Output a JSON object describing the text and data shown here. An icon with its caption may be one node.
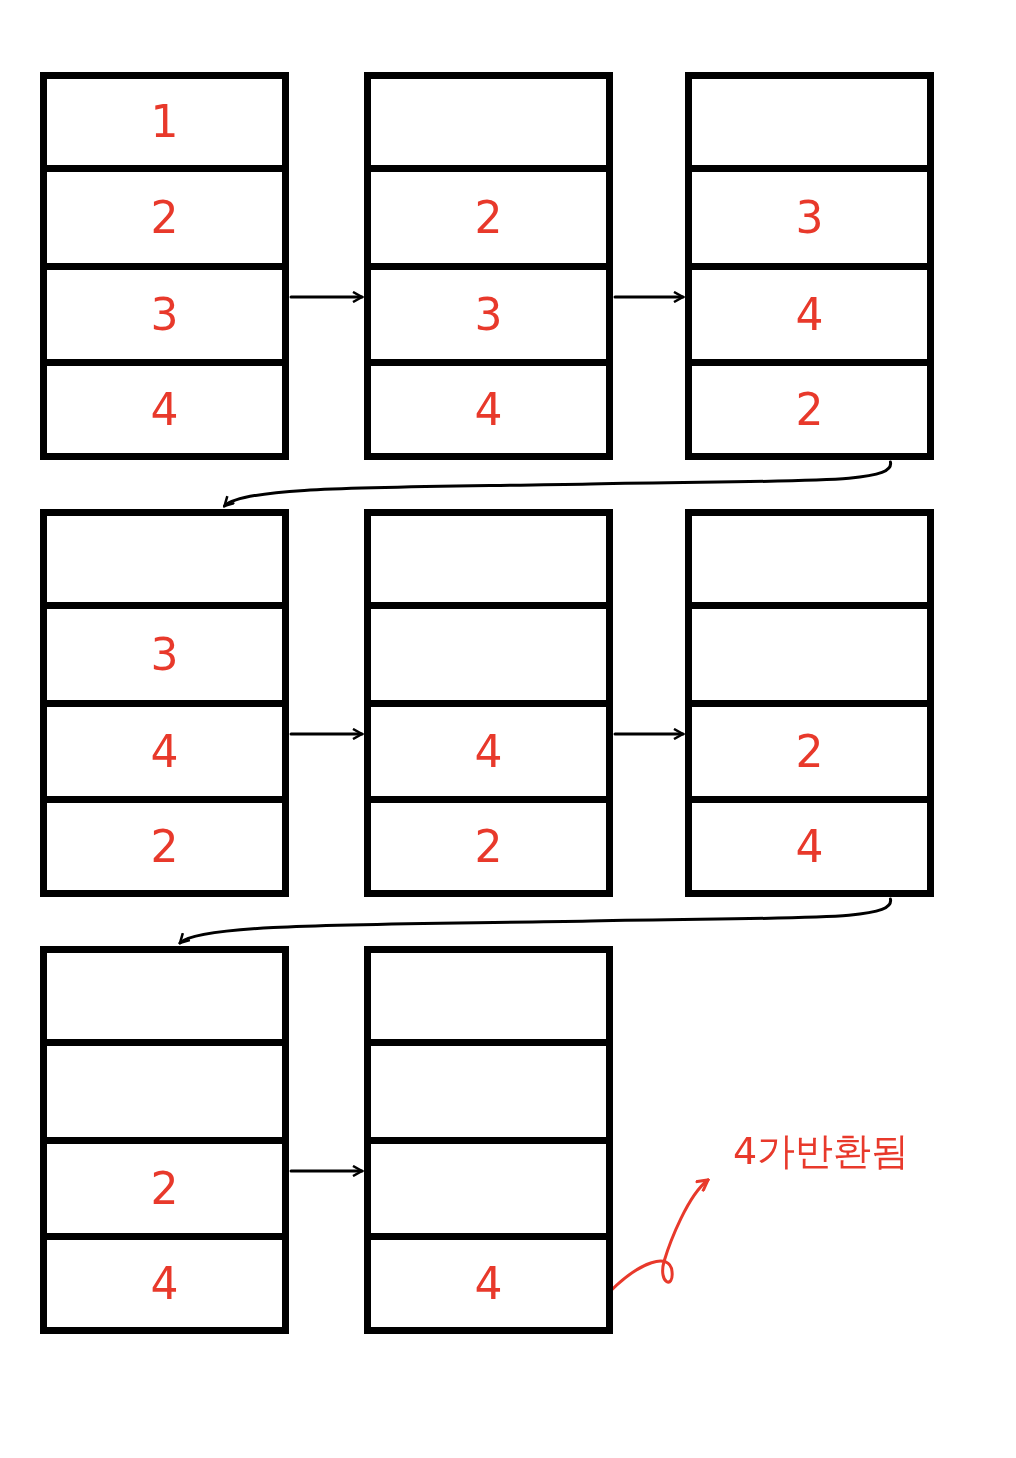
{
  "diagram": {
    "nodes": [
      {
        "text": [],
        "shape": "box"
      },
      {
        "text": [
          "1"
        ],
        "in": 0
      },
      {
        "text": [
          "2"
        ],
        "in": 0
      },
      {
        "text": [
          "3"
        ],
        "in": 0
      },
      {
        "text": [
          "4"
        ],
        "in": 0
      },
      {
        "text": [],
        "shape": "box"
      },
      {
        "text": [],
        "shape": "box",
        "in": 5
      },
      {
        "text": [
          "2"
        ],
        "in": 5
      },
      {
        "text": [
          "3"
        ],
        "in": 5
      },
      {
        "text": [
          "4"
        ],
        "in": 5
      },
      {
        "text": [],
        "shape": "box"
      },
      {
        "text": [],
        "shape": "box",
        "in": 10
      },
      {
        "text": [
          "3"
        ],
        "in": 10
      },
      {
        "text": [
          "4"
        ],
        "in": 10
      },
      {
        "text": [
          "2"
        ],
        "in": 10
      },
      {
        "text": [],
        "shape": "box"
      },
      {
        "text": [],
        "shape": "box",
        "in": 15
      },
      {
        "text": [
          "3"
        ],
        "in": 15
      },
      {
        "text": [
          "4"
        ],
        "in": 15
      },
      {
        "text": [
          "2"
        ],
        "in": 15
      },
      {
        "text": [],
        "shape": "box"
      },
      {
        "text": [],
        "shape": "box",
        "in": 20
      },
      {
        "text": [],
        "shape": "box",
        "in": 20
      },
      {
        "text": [
          "4"
        ],
        "in": 20
      },
      {
        "text": [
          "2"
        ],
        "in": 20
      },
      {
        "text": [],
        "shape": "box"
      },
      {
        "text": [],
        "shape": "box",
        "in": 25
      },
      {
        "text": [],
        "shape": "box",
        "in": 25
      },
      {
        "text": [
          "2"
        ],
        "in": 25
      },
      {
        "text": [
          "4"
        ],
        "in": 25
      },
      {
        "text": [],
        "shape": "box"
      },
      {
        "text": [],
        "shape": "box",
        "in": 30
      },
      {
        "text": [],
        "shape": "box",
        "in": 30
      },
      {
        "text": [
          "2"
        ],
        "in": 30
      },
      {
        "text": [
          "4"
        ],
        "in": 30
      },
      {
        "text": [],
        "shape": "box"
      },
      {
        "text": [],
        "shape": "box",
        "in": 35
      },
      {
        "text": [],
        "shape": "box",
        "in": 35
      },
      {
        "text": [],
        "shape": "box",
        "in": 35
      },
      {
        "text": [
          "4"
        ],
        "in": 35
      },
      {
        "text": [
          "4가반환됨"
        ]
      }
    ],
    "edges": [
      {
        "from": 0,
        "to": 5,
        "arrow": "to"
      },
      {
        "from": 5,
        "to": 10,
        "arrow": "to"
      },
      {
        "from": 10,
        "to": 15,
        "arrow": "to"
      },
      {
        "from": 15,
        "to": 20,
        "arrow": "to"
      },
      {
        "from": 20,
        "to": 25,
        "arrow": "to"
      },
      {
        "from": 25,
        "to": 30,
        "arrow": "to"
      },
      {
        "from": 30,
        "to": 35,
        "arrow": "to"
      },
      {
        "from": 39,
        "to": 40,
        "arrow": "to",
        "color": "#e8392b"
      }
    ]
  }
}
